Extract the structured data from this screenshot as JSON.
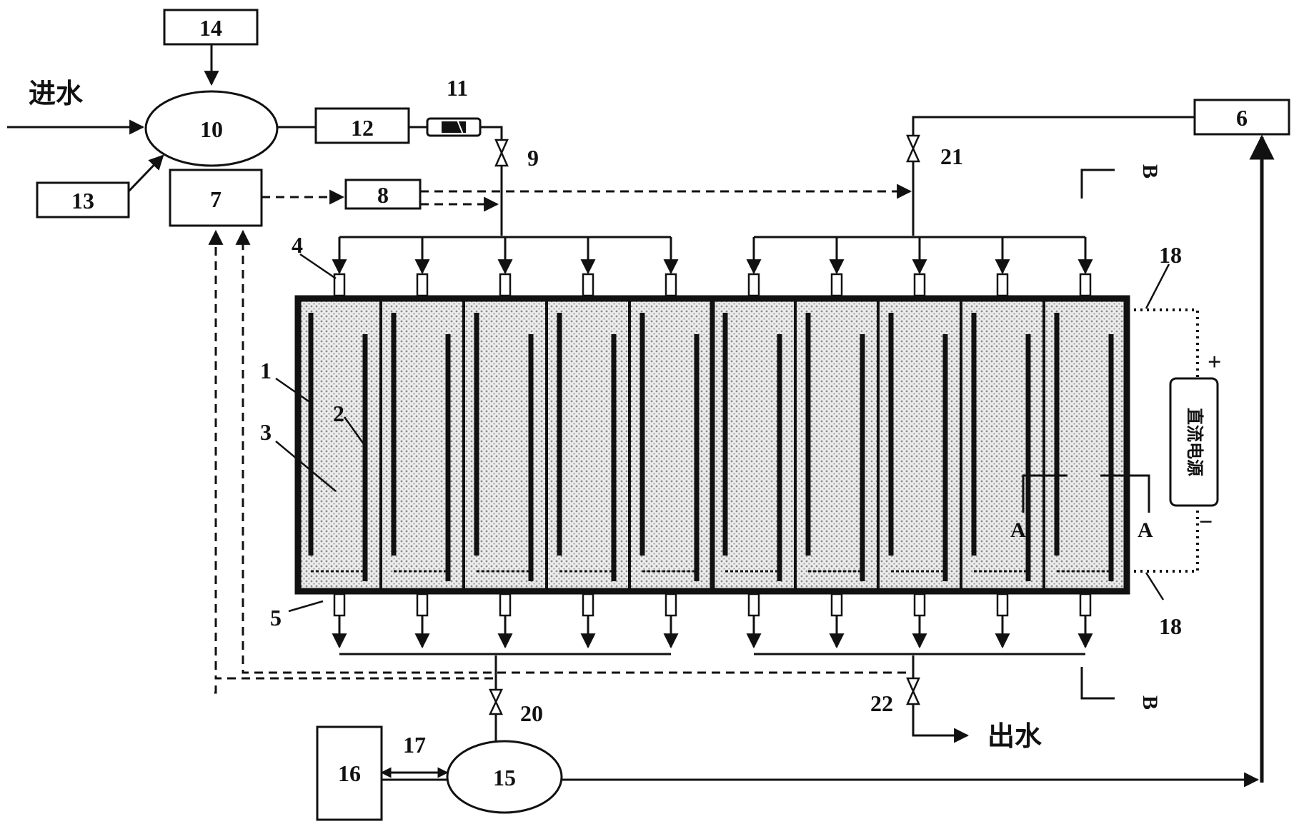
{
  "labels": {
    "inlet": "进水",
    "outlet": "出水",
    "power_supply": "直流电源",
    "plus": "+",
    "minus": "−",
    "section_a": "A",
    "section_b": "B"
  },
  "components": {
    "c1": "1",
    "c2": "2",
    "c3": "3",
    "c4": "4",
    "c5": "5",
    "c6": "6",
    "c7": "7",
    "c8": "8",
    "c9": "9",
    "c10": "10",
    "c11": "11",
    "c12": "12",
    "c13": "13",
    "c14": "14",
    "c15": "15",
    "c16": "16",
    "c17": "17",
    "c18a": "18",
    "c18b": "18",
    "c20": "20",
    "c21": "21",
    "c22": "22"
  },
  "reactor": {
    "compartments": 10
  },
  "colors": {
    "line": "#111111",
    "fill_dots": "#9a9a9a",
    "fill_bg": "#e8e8e8"
  }
}
